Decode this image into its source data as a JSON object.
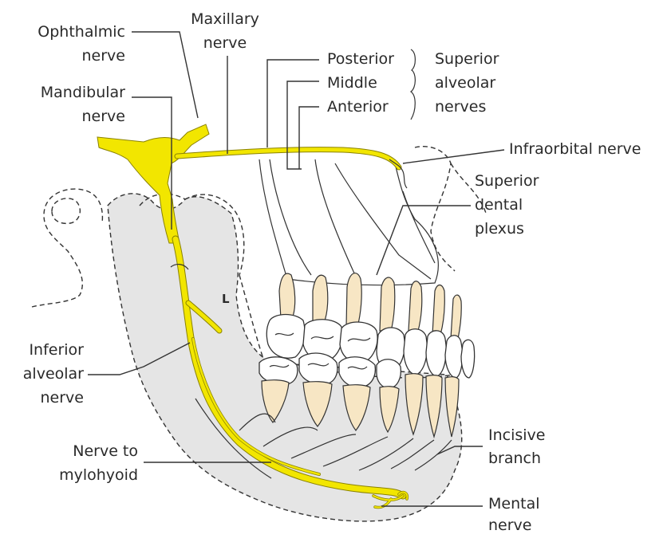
{
  "labels": {
    "ophthalmic": [
      "Ophthalmic",
      "nerve"
    ],
    "maxillary": [
      "Maxillary",
      "nerve"
    ],
    "mandibular": [
      "Mandibular",
      "nerve"
    ],
    "posterior": "Posterior",
    "middle": "Middle",
    "anterior": "Anterior",
    "superior_alveolar": [
      "Superior",
      "alveolar",
      "nerves"
    ],
    "infraorbital": "Infraorbital nerve",
    "superior_dental_plexus": [
      "Superior",
      "dental",
      "plexus"
    ],
    "inferior_alveolar": [
      "Inferior",
      "alveolar",
      "nerve"
    ],
    "nerve_to_mylohyoid": [
      "Nerve to",
      "mylohyoid"
    ],
    "incisive_branch": [
      "Incisive",
      "branch"
    ],
    "mental": [
      "Mental",
      "nerve"
    ],
    "lingual_marker": "L"
  },
  "colors": {
    "nerve": "#f2e600",
    "bone": "#e6e6e6",
    "root": "#f7e6c4",
    "line": "#333333"
  }
}
